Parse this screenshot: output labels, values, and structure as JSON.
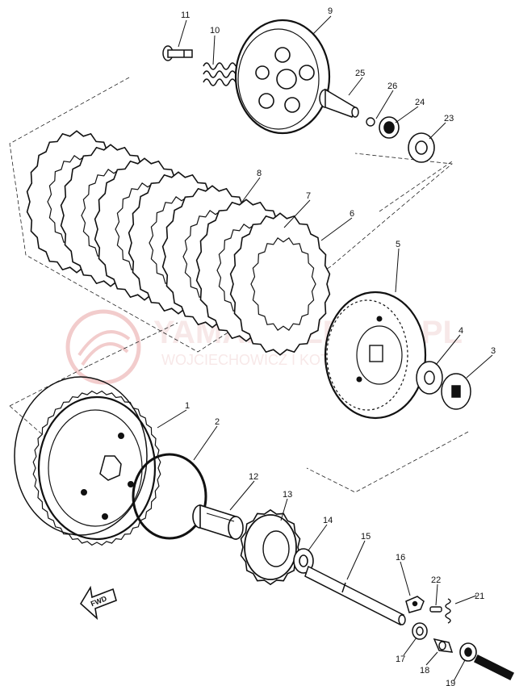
{
  "diagram": {
    "labels": {
      "p1": "1",
      "p2": "2",
      "p3": "3",
      "p4": "4",
      "p5": "5",
      "p6": "6",
      "p7": "7",
      "p8": "8",
      "p9": "9",
      "p10": "10",
      "p11": "11",
      "p12": "12",
      "p13": "13",
      "p14": "14",
      "p15": "15",
      "p16": "16",
      "p17": "17",
      "p18": "18",
      "p19": "19",
      "p21": "21",
      "p22": "22",
      "p23": "23",
      "p24": "24",
      "p25": "25",
      "p26": "26"
    },
    "fwd_label": "FWD",
    "watermark": {
      "line1": "YAMAHA-ZEMEL.PL",
      "line2": "WOJCIECHOWICZ I KOTASIEWICZ",
      "color": "#e8b9b9"
    },
    "ink_color": "#111111"
  }
}
